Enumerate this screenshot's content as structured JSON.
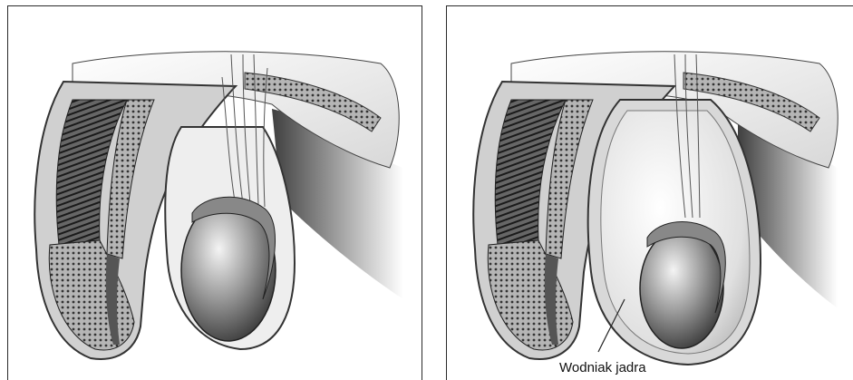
{
  "panels": [
    {
      "id": "normal"
    },
    {
      "id": "hydrocele"
    }
  ],
  "annotation": {
    "label": "Wodniak jadra"
  }
}
